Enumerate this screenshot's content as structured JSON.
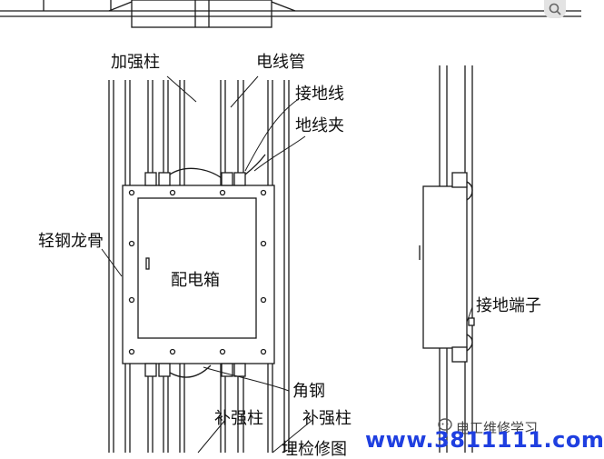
{
  "labels": {
    "reinforcing_column_top": "加强柱",
    "conduit": "电线管",
    "ground_wire": "接地线",
    "ground_clamp": "地线夹",
    "light_steel_keel": "轻钢龙骨",
    "distribution_box": "配电箱",
    "ground_terminal": "接地端子",
    "angle_steel": "角钢",
    "supplementary_column_left": "补强柱",
    "supplementary_column_right": "补强柱",
    "bottom_cut_text": "埋检修图"
  },
  "watermark": {
    "account": "电工维修学习",
    "site": "www.3811111.com"
  },
  "icons": {
    "corner": "search-icon",
    "watermark": "chat-bubble-icon"
  },
  "colors": {
    "line": "#1a1a1a",
    "watermark_blue": "#1f3fe0",
    "corner_button": "#e3e3e3"
  }
}
